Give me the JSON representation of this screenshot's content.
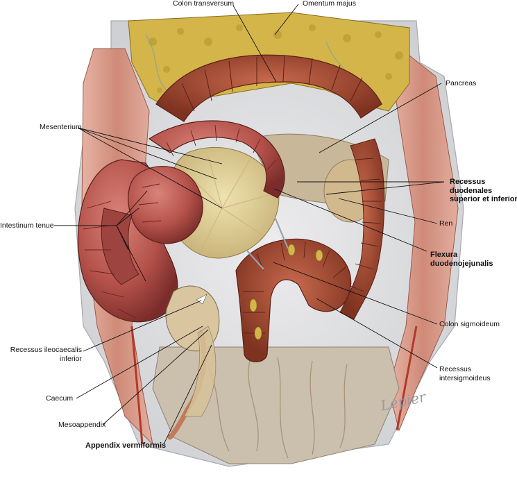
{
  "labels": {
    "colon_transversum": "Colon transversum",
    "omentum_majus": "Omentum majus",
    "pancreas": "Pancreas",
    "mesenterium": "Mesenterium",
    "recessus_duodenales_line1": "Recessus",
    "recessus_duodenales_line2": "duodenales",
    "recessus_duodenales_line3": "superior et inferior",
    "intestinum_tenue": "Intestinum tenue",
    "ren": "Ren",
    "flexura_line1": "Flexura",
    "flexura_line2": "duodenojejunalis",
    "colon_sigmoideum": "Colon sigmoideum",
    "recessus_ileocaecalis_line1": "Recessus ileocaecalis",
    "recessus_ileocaecalis_line2": "inferior",
    "recessus_intersig_line1": "Recessus",
    "recessus_intersig_line2": "intersigmoideus",
    "caecum": "Caecum",
    "mesoappendix": "Mesoappendix",
    "appendix_vermiformis": "Appendix vermiformis"
  },
  "signature": "Lepier",
  "colors": {
    "skin": "#d9dadc",
    "fat": "#d4b54a",
    "fat_dark": "#a8862a",
    "colon": "#a64a34",
    "colon_dark": "#6e2a1c",
    "intestine": "#b9564e",
    "intestine_dark": "#7a2c2a",
    "mesentery": "#d7c58a",
    "muscle": "#cf8f7f",
    "peritoneum": "#c9b79a"
  }
}
